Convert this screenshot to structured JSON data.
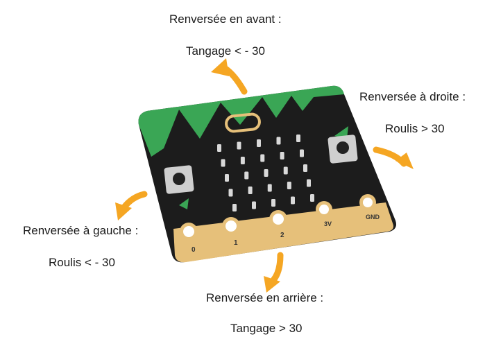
{
  "labels": {
    "forward_title": "Renversée en avant :",
    "forward_value": "Tangage < - 30",
    "right_title": "Renversée à droite :",
    "right_value": "Roulis > 30",
    "left_title": "Renversée à gauche :",
    "left_value": "Roulis < - 30",
    "backward_title": "Renversée en arrière :",
    "backward_value": "Tangage > 30"
  },
  "board": {
    "pins": [
      "0",
      "1",
      "2",
      "3V",
      "GND"
    ]
  },
  "colors": {
    "arrow": "#f5a623",
    "board": "#1c1c1c",
    "green": "#3aa655",
    "gold": "#e6c07a",
    "led": "#d9d9d9"
  }
}
